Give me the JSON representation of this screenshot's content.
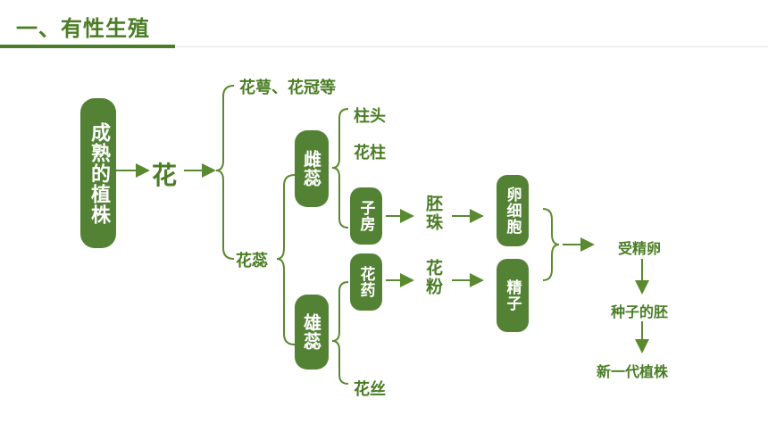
{
  "title": "一、有性生殖",
  "nodes": {
    "plant": "成熟的植株",
    "flower": "花",
    "sepals_petals": "花萼、花冠等",
    "stamen_pistil": "花蕊",
    "pistil": "雌蕊",
    "stamen": "雄蕊",
    "stigma": "柱头",
    "style": "花柱",
    "ovary": "子房",
    "anther": "花药",
    "filament": "花丝",
    "ovule": "胚珠",
    "pollen": "花粉",
    "egg": "卵细胞",
    "sperm": "精子",
    "fertilized_egg": "受精卵",
    "embryo": "种子的胚",
    "new_plant": "新一代植株"
  },
  "colors": {
    "accent": "#548235",
    "text": "#4a7d25",
    "line": "#5a8a30"
  }
}
